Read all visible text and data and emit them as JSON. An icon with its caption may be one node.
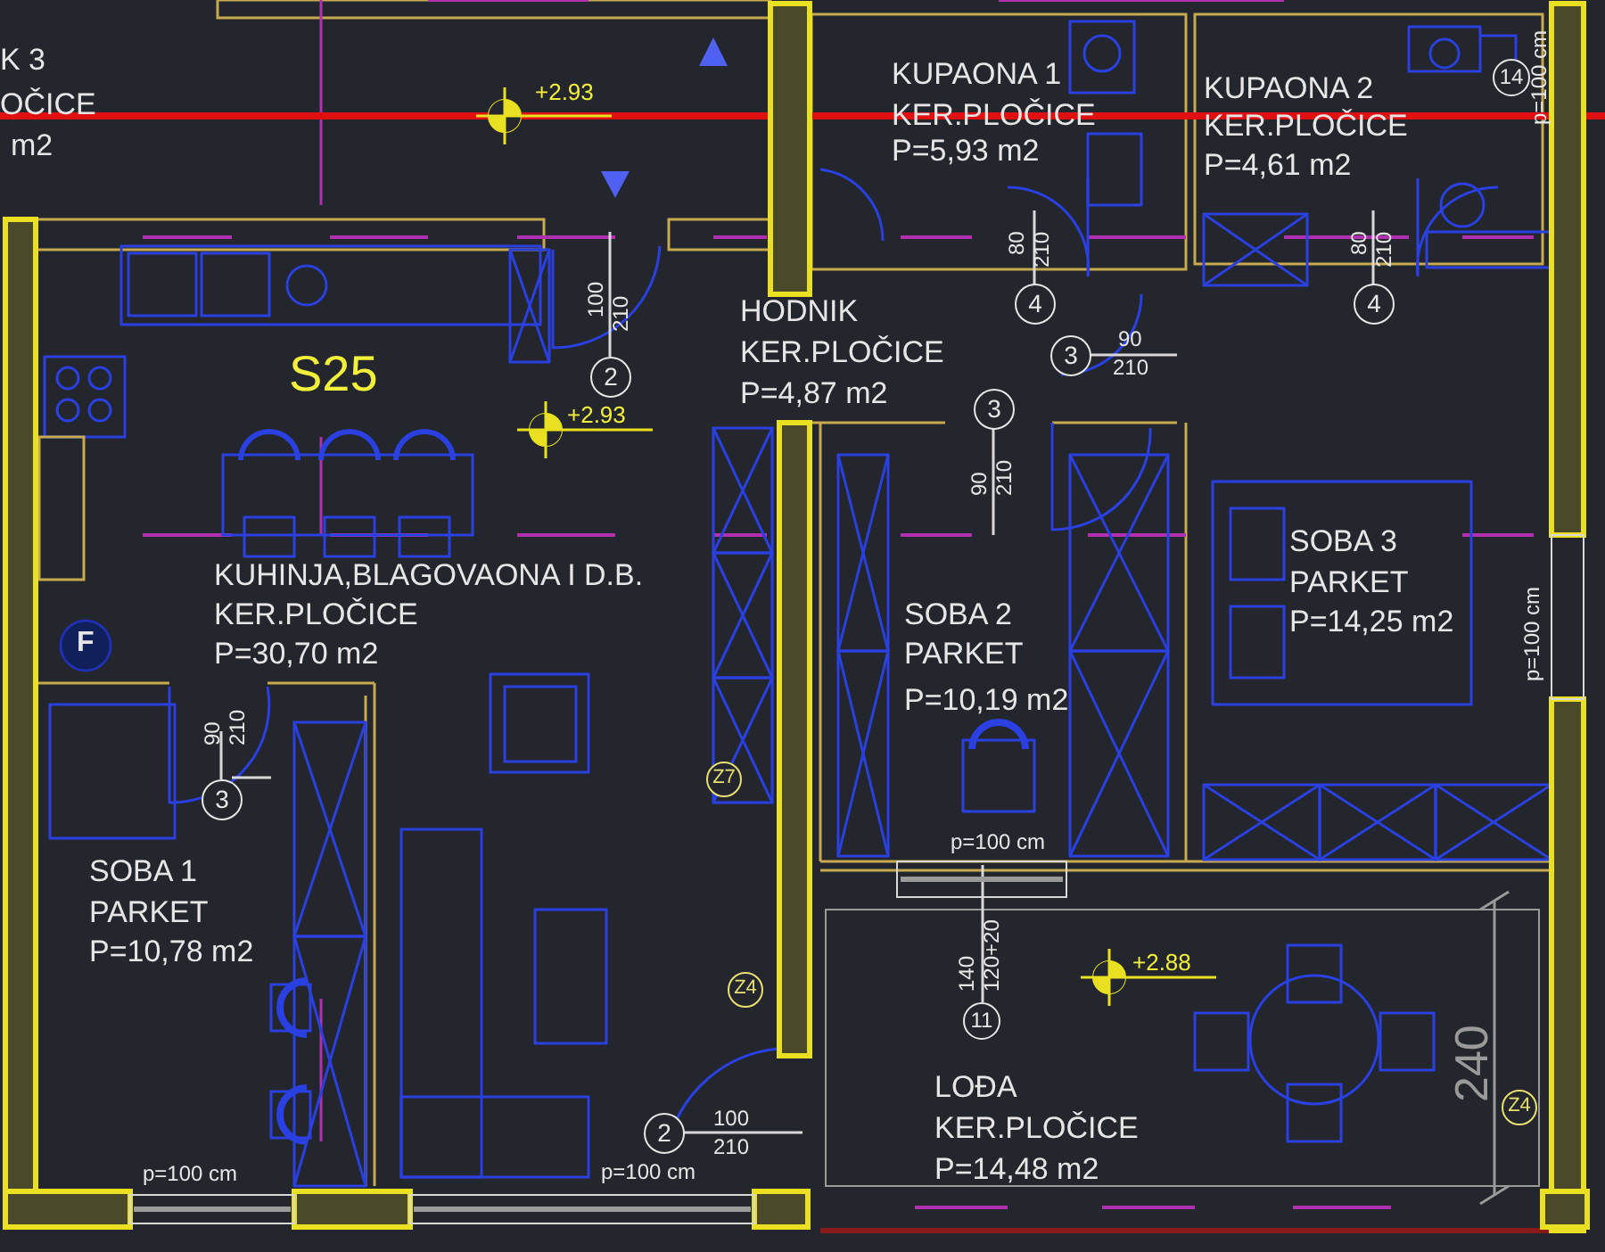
{
  "diagram": {
    "labels": [
      "K 3",
      "OČICE",
      "m2",
      "+2.93",
      "KUPAONA 1",
      "KER.PLOČICE",
      "P=5,93 m2",
      "KUPAONA 2",
      "KER.PLOČICE",
      "P=4,61 m2",
      "14",
      "p=100 cm",
      "80",
      "210",
      "80",
      "210",
      "4",
      "4",
      "100",
      "210",
      "HODNIK",
      "KER.PLOČICE",
      "P=4,87 m2",
      "3",
      "90",
      "210",
      "S25",
      "2",
      "+2.93",
      "3",
      "90",
      "210",
      "SOBA 3",
      "PARKET",
      "P=14,25 m2",
      "KUHINJA,BLAGOVAONA I D.B.",
      "KER.PLOČICE",
      "P=30,70 m2",
      "p=100 cm",
      "F",
      "SOBA 2",
      "PARKET",
      "P=10,19 m2",
      "90",
      "210",
      "Z7",
      "3",
      "p=100 cm",
      "SOBA 1",
      "PARKET",
      "P=10,78 m2",
      "140",
      "120+20",
      "+2.88",
      "Z4",
      "11",
      "240",
      "LOĐA",
      "KER.PLOČICE",
      "P=14,48 m2",
      "Z4",
      "2",
      "100",
      "210",
      "p=100 cm",
      "p=100 cm"
    ]
  }
}
